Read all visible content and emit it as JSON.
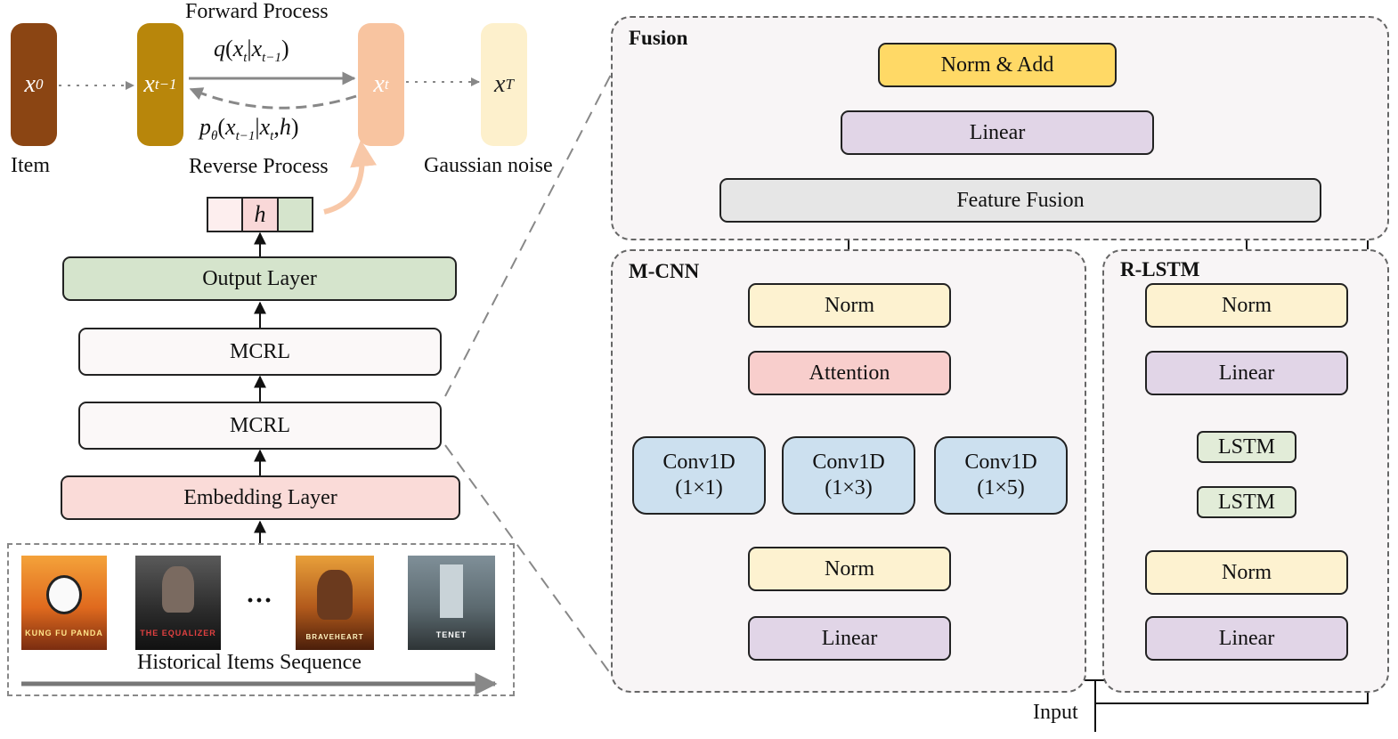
{
  "diffusion": {
    "forward_label": "Forward Process",
    "reverse_label": "Reverse Process",
    "steps": [
      {
        "sym": "x",
        "sub": "0",
        "color": "#8b4513"
      },
      {
        "sym": "x",
        "sub": "t−1",
        "color": "#b8860b"
      },
      {
        "sym": "x",
        "sub": "t",
        "color": "#f8c4a0"
      },
      {
        "sym": "x",
        "sub": "T",
        "color": "#fdf0cc"
      }
    ],
    "dots": "···",
    "q_formula": {
      "head": "q",
      "open": "(",
      "a": "x",
      "a_sub": "t",
      "bar": "|",
      "b": "x",
      "b_sub": "t−1",
      "close": ")"
    },
    "p_formula": {
      "head": "p",
      "head_sub": "θ",
      "open": "(",
      "a": "x",
      "a_sub": "t−1",
      "bar": "|",
      "b": "x",
      "b_sub": "t",
      "comma": ",",
      "c": "h",
      "close": ")"
    },
    "item_label": "Item",
    "noise_label": "Gaussian noise",
    "h_label": "h"
  },
  "stack": {
    "output_layer": "Output Layer",
    "mcrl_top": "MCRL",
    "mcrl_bottom": "MCRL",
    "embedding_layer": "Embedding Layer",
    "history_label": "Historical Items Sequence",
    "ellipsis": "···",
    "posters": [
      "KUNG FU PANDA",
      "THE EQUALIZER",
      "BRAVEHEART",
      "TENET"
    ]
  },
  "fusion": {
    "title": "Fusion",
    "norm_add": "Norm & Add",
    "linear": "Linear",
    "feature_fusion": "Feature Fusion"
  },
  "mcnn": {
    "title": "M-CNN",
    "norm_top": "Norm",
    "attention": "Attention",
    "convs": [
      {
        "name": "Conv1D",
        "size": "(1×1)"
      },
      {
        "name": "Conv1D",
        "size": "(1×3)"
      },
      {
        "name": "Conv1D",
        "size": "(1×5)"
      }
    ],
    "norm_bottom": "Norm",
    "linear": "Linear"
  },
  "rlstm": {
    "title": "R-LSTM",
    "norm_top": "Norm",
    "linear_top": "Linear",
    "lstm1": "LSTM",
    "lstm2": "LSTM",
    "norm_bottom": "Norm",
    "linear_bottom": "Linear"
  },
  "input_label": "Input",
  "colors": {
    "norm": "#fdf2d0",
    "linear": "#e1d5e7",
    "attention": "#f8cecc",
    "conv": "#cce0ef",
    "lstm": "#e2ecd8",
    "norm_add": "#ffd966",
    "feature_fusion": "#e6e6e6",
    "output_layer": "#d5e4cc",
    "embedding": "#fadbd8",
    "mcrl": "#fbf8f8",
    "h_left": "#fdeeee",
    "h_mid": "#f9d8d8",
    "h_right": "#d5e4cc"
  }
}
